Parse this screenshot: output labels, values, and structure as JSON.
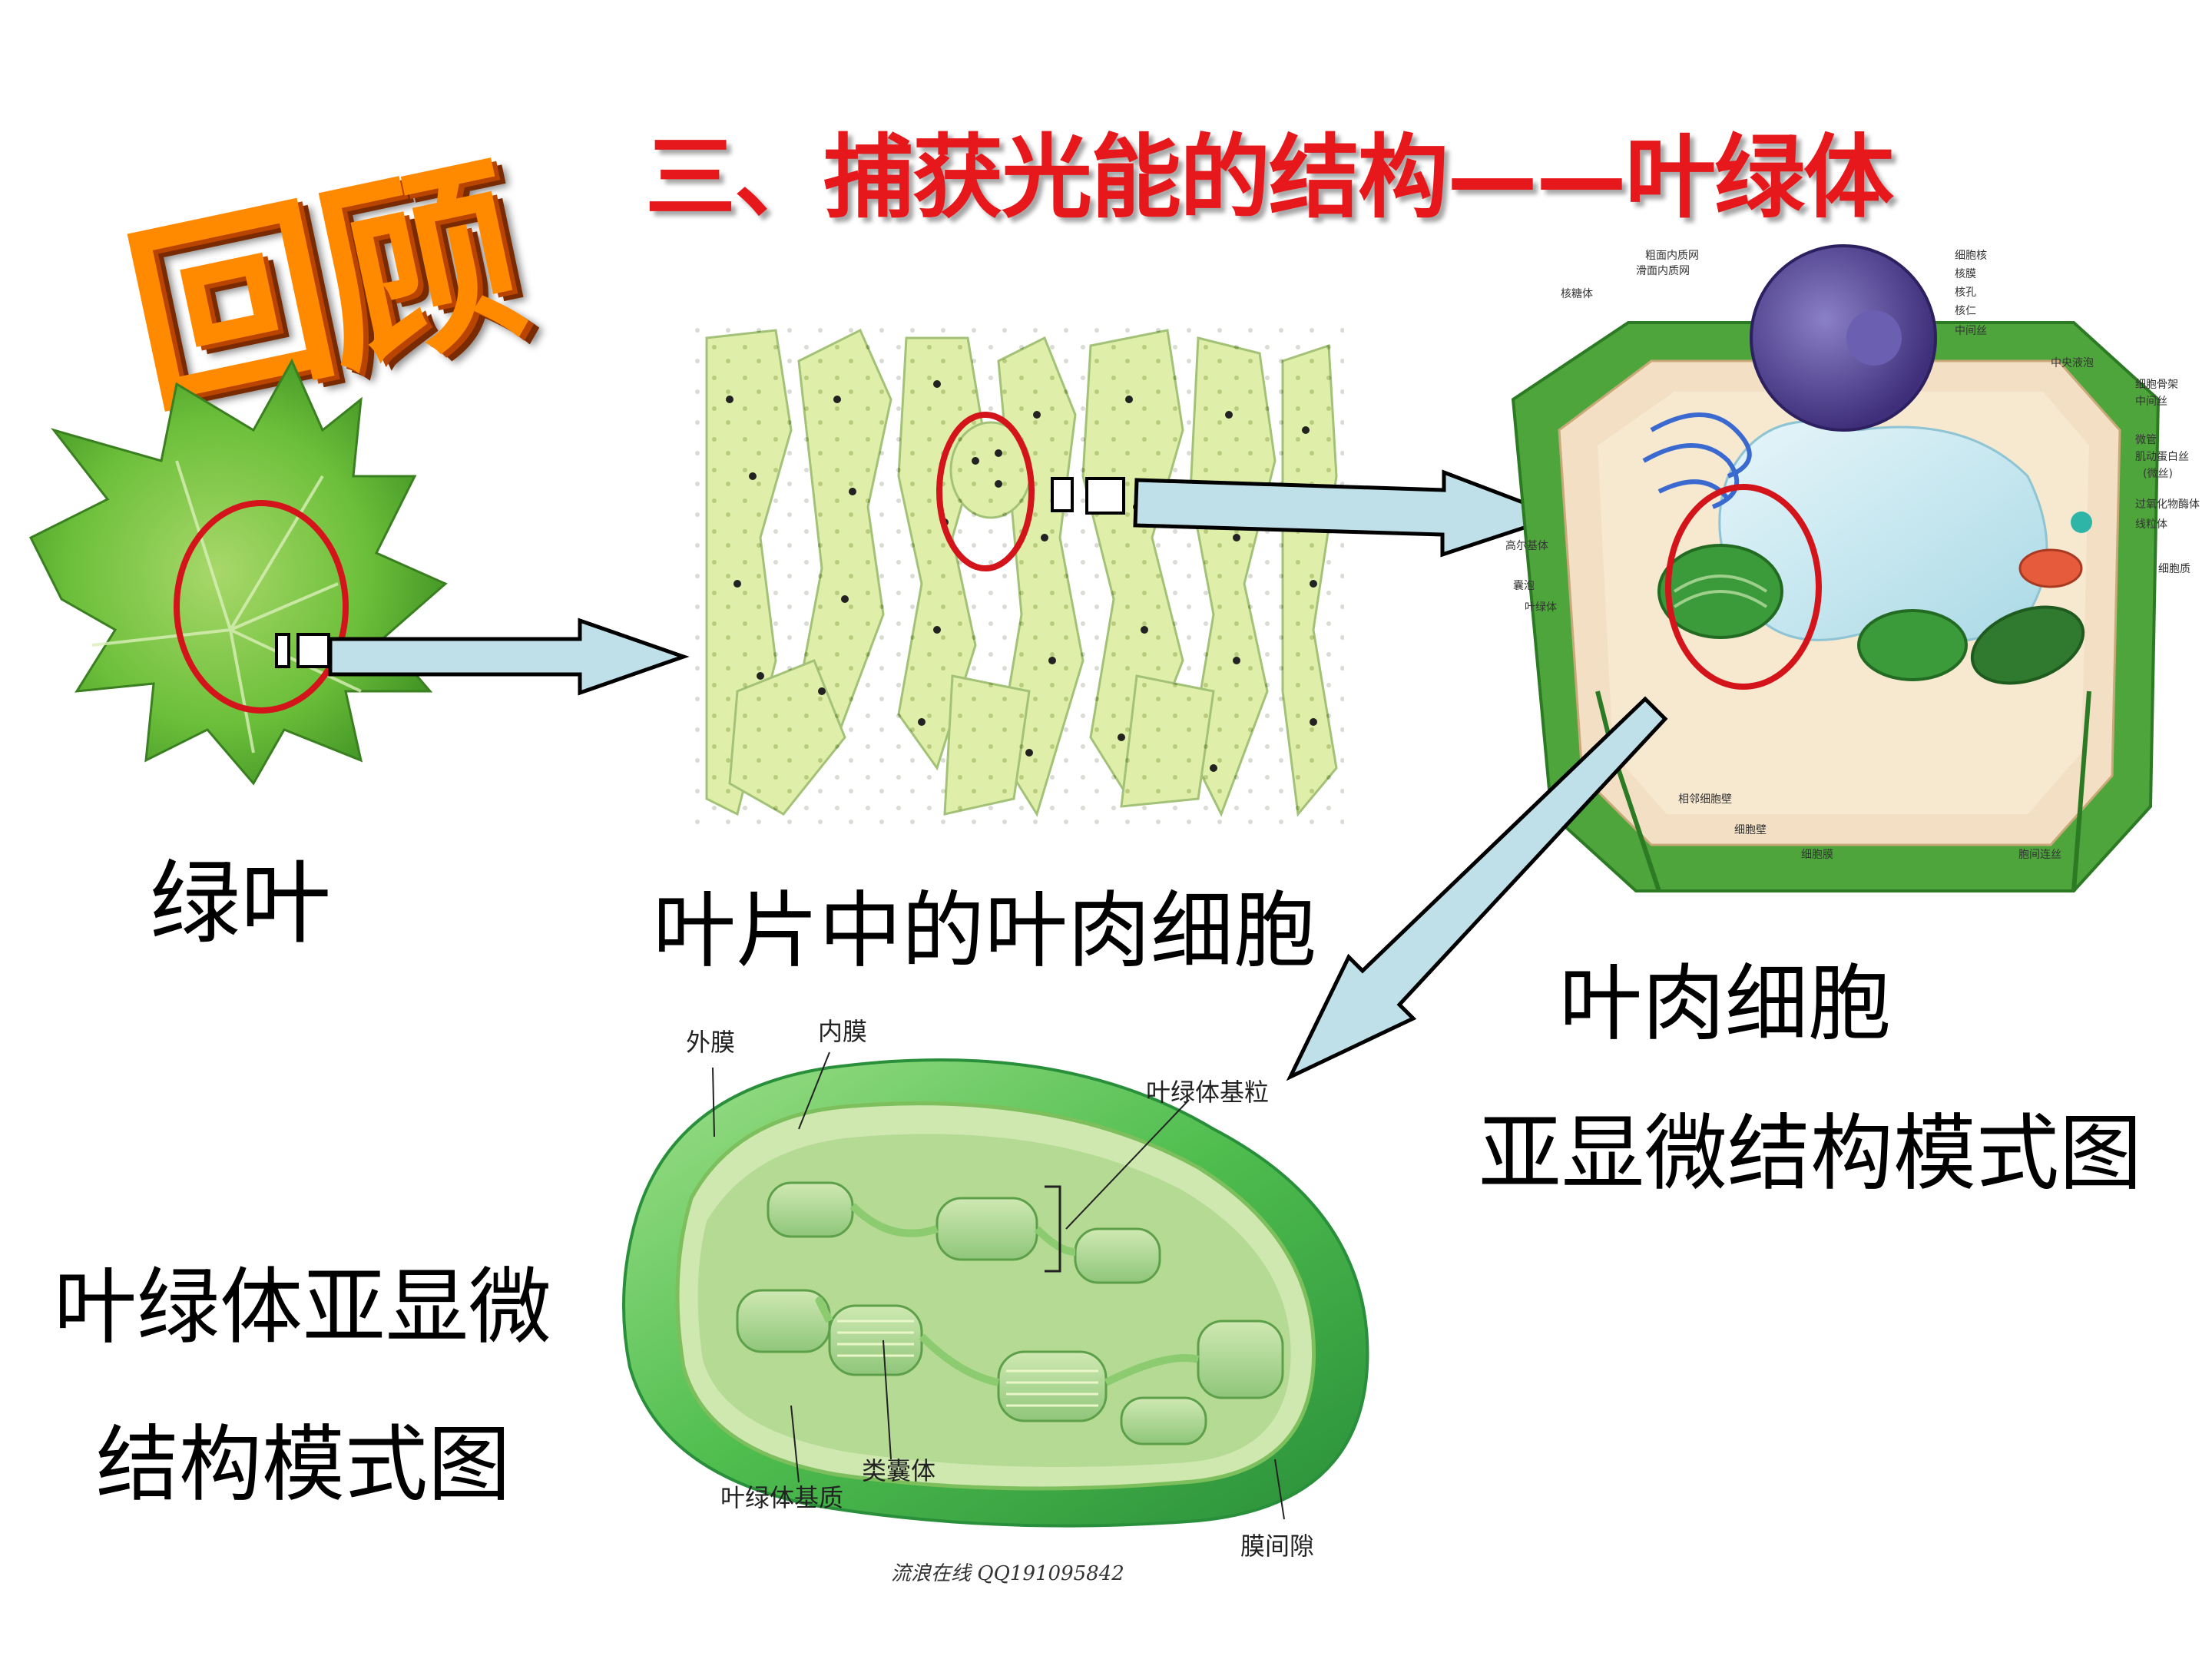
{
  "review_badge": "回顾",
  "title": "三、捕获光能的结构——叶绿体",
  "captions": {
    "leaf": "绿叶",
    "mesophyll": "叶片中的叶肉细胞",
    "cell_line1": "叶肉细胞",
    "cell_line2": "亚显微结构模式图",
    "chloroplast_line1": "叶绿体亚显微",
    "chloroplast_line2": "结构模式图"
  },
  "chloroplast_labels": {
    "outer_membrane": "外膜",
    "inner_membrane": "内膜",
    "granum": "叶绿体基粒",
    "thylakoid": "类囊体",
    "stroma": "叶绿体基质",
    "intermembrane_space": "膜间隙"
  },
  "cell_labels": {
    "left": [
      "核糖体",
      "高尔基体",
      "囊泡",
      "叶绿体"
    ],
    "top": [
      "粗面内质网",
      "滑面内质网"
    ],
    "right": [
      "细胞核",
      "核膜",
      "核孔",
      "核仁",
      "中间丝",
      "中央液泡",
      "细胞骨架",
      "中间丝",
      "微管",
      "肌动蛋白丝",
      "(微丝)",
      "过氧化物酶体",
      "线粒体",
      "细胞质"
    ],
    "bottom": [
      "相邻细胞壁",
      "细胞壁",
      "细胞膜",
      "胞间连丝"
    ]
  },
  "watermark": "流浪在线 QQ191095842",
  "colors": {
    "title": "#e6181b",
    "arrow_fill": "#bfe0e8",
    "highlight_circle": "#d4141b",
    "badge": "#ff8a00"
  }
}
